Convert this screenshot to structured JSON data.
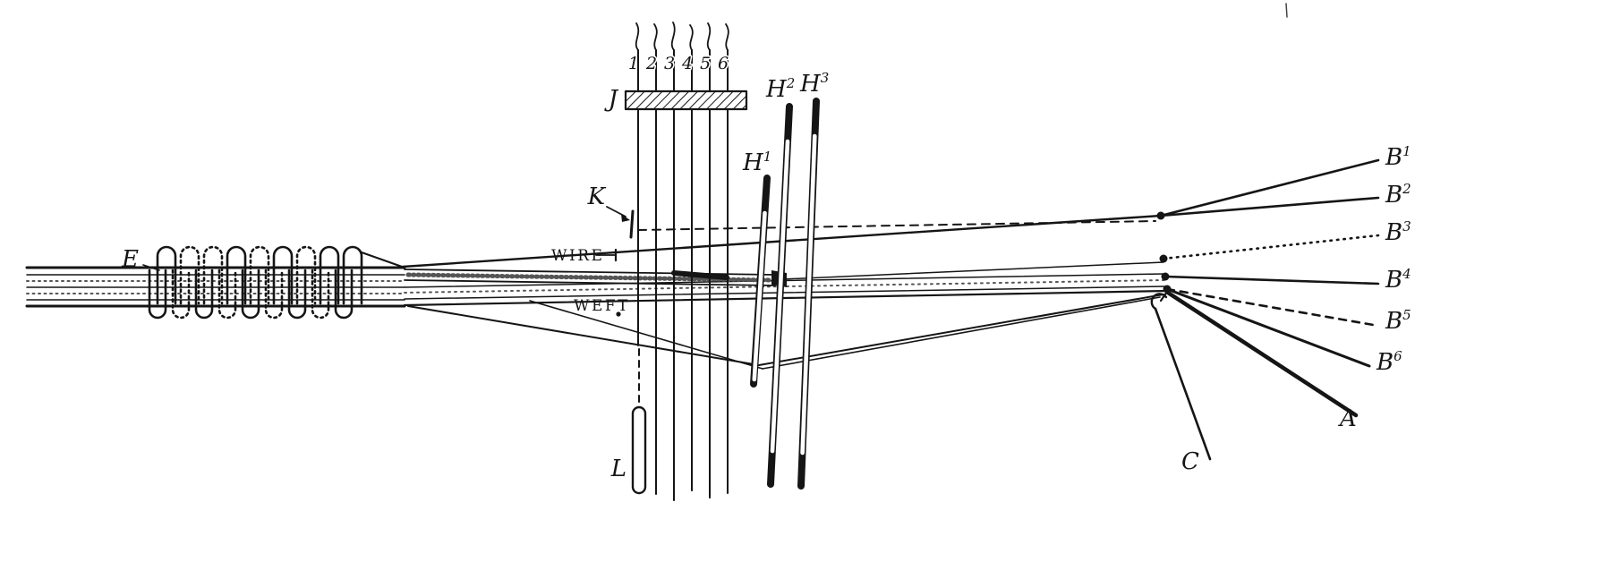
{
  "meta": {
    "description": "Sectional diagram of wire pile (moquette) weaving on a loom"
  },
  "colors": {
    "ink": "#151515",
    "paper": "#ffffff",
    "stipple": "#555555"
  },
  "labels": {
    "pile_loops": "E",
    "yarn_board": "J",
    "wire_tip": "K",
    "lancet": "L",
    "wire_text": "WIRE",
    "weft_text": "WEFT",
    "lay": "A",
    "cord": "C"
  },
  "yarn_numbers": [
    "1",
    "2",
    "3",
    "4",
    "5",
    "6"
  ],
  "heddles": [
    {
      "base": "H",
      "sup": "1"
    },
    {
      "base": "H",
      "sup": "2"
    },
    {
      "base": "H",
      "sup": "3"
    }
  ],
  "warp_beams": [
    {
      "base": "B",
      "sup": "1"
    },
    {
      "base": "B",
      "sup": "2"
    },
    {
      "base": "B",
      "sup": "3"
    },
    {
      "base": "B",
      "sup": "4"
    },
    {
      "base": "B",
      "sup": "5"
    },
    {
      "base": "B",
      "sup": "6"
    }
  ]
}
